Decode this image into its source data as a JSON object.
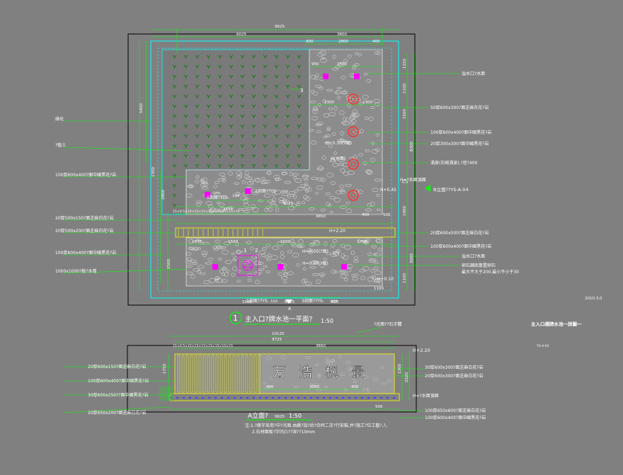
{
  "colors": {
    "background": "#808080",
    "dimension_line": "#00ff00",
    "pool_edge": "#00ffff",
    "wall": "#ffff00",
    "fountain": "#ff3030",
    "marker": "#ff00ff",
    "text": "#ffffff"
  },
  "plan": {
    "dims_top": [
      "9625",
      "6025",
      "3600",
      "400",
      "2800",
      "400"
    ],
    "dims_inner": [
      "950",
      "1500",
      "2300",
      "1300"
    ],
    "dims_left": [
      "5400",
      "1300",
      "2800",
      "2500"
    ],
    "dims_right": [
      "1150",
      "1100",
      "1500",
      "8300",
      "1900",
      "3000",
      "1100"
    ],
    "dims_mid": [
      "9725",
      "15×9.5×15×15×15×15×15×15×15×15",
      "3875",
      "4850",
      "1875",
      "1500",
      "1500",
      "400",
      "500",
      "1750",
      "1100",
      "6225",
      "1000",
      "625"
    ],
    "labels_left": [
      "綠化",
      "?植土",
      "100厚600x400?面中國黑花?岩",
      "20厚500x150?面芝麻白花?岩",
      "20厚500x200?面芝麻白花?岩",
      "100厚600x400?面中國黑花?岩",
      "1000x1000?板?水壇"
    ],
    "labels_right": [
      "溢水口?水面",
      "50厚600x300?面芝麻灰花?岩",
      "100厚600x400?面中國黑花?岩",
      "20厚300x300?面中國黑花?岩",
      "涌泉(石砌涌泉),?徑?400",
      "20厚600x500?面芝麻白花?岩",
      "100厚600x400?面中國黑花?岩",
      "溢水口?水面",
      "卵石鋪底散置卵石",
      "最大不大于200,最小不小于30"
    ],
    "elevations": [
      "H+0.30(?面)",
      "H(水面)",
      "H=?水面頂面",
      "H+0.45",
      "H+2.20",
      "H=0.05(?面)",
      "H=0.35(?面)",
      "H+0.10"
    ],
    "section_refs": [
      "3",
      "1剖面??YS-",
      "2剖面??YS-",
      "1剖面??YS-",
      "3剖面??YS-"
    ],
    "ref_fractions": [
      "1/04",
      "2/04",
      "1/04",
      "3/04"
    ],
    "b_elevation": "B立面??YS-A-04",
    "detail_numbers": [
      "1",
      "2"
    ],
    "section_letter": "A",
    "title_number": "1",
    "title": "主入口?牌水池一平面?",
    "scale": "1:50"
  },
  "side": {
    "date": "2010.3.0",
    "title": "主入口標牌水池一詳圖一",
    "drawing_no": "YS-A-03"
  },
  "elevation": {
    "top_note": "?光面??石字體",
    "dims_top": [
      "10125",
      "9725",
      "15×9.5×15×15×15×15×15×15×15",
      "3650",
      "H+2.20"
    ],
    "sign_text": "万 浩 枫 景",
    "dims_bottom": [
      "400",
      "3050",
      "400",
      "9625",
      "500"
    ],
    "dims_right": [
      "1750",
      "1300",
      "2220",
      "H=?水面頂面"
    ],
    "labels_left": [
      "20厚600x150?面芝麻白花?岩",
      "100厚600x400?面中國黑花?岩",
      "30厚600x250??面中國黑花?岩",
      "20厚650x200?面芝麻白花?岩"
    ],
    "labels_right": [
      "30厚600x300?面芝麻白花?岩",
      "20厚600x300?面芝麻白花?岩",
      "100厚650x600?面芝麻白花?岩",
      "100厚600x400?面中國黑花?岩"
    ],
    "title": "A立面?",
    "scale": "1:50",
    "note1": "注:1.?面字采用?中?光面,由廠?加?后?合同二次?行安裝,并?施工?位工藝?,?。",
    "note2": "2.石材面板?字凹凸??深??10mm"
  }
}
